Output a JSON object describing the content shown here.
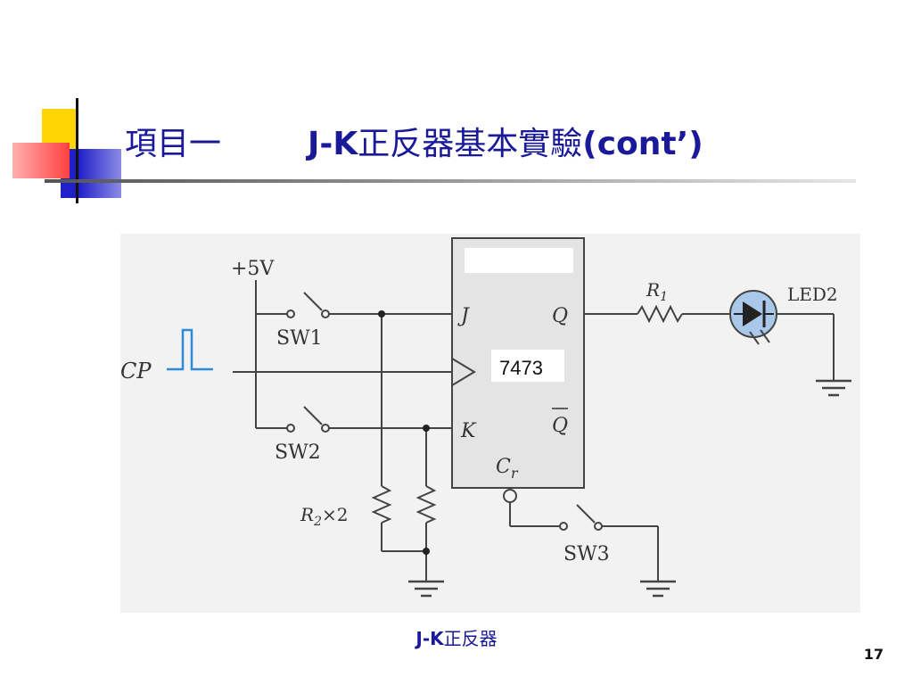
{
  "slide": {
    "title_part_a": "項目一",
    "title_part_b_latin": "J-K",
    "title_part_b_cjk": "正反器基本實驗",
    "title_part_b_suffix": "(cont’)",
    "caption_latin": "J-K",
    "caption_cjk": "正反器",
    "page_number": "17"
  },
  "schematic": {
    "supply_label": "+5V",
    "clock_label": "CP",
    "switch_labels": [
      "SW1",
      "SW2",
      "SW3"
    ],
    "ic_label": "7473",
    "pin_j": "J",
    "pin_k": "K",
    "pin_q": "Q",
    "pin_q_bar": "Q",
    "pin_clear": "C",
    "pin_clear_sub": "r",
    "resistor_r1": "R",
    "resistor_r1_sub": "1",
    "resistor_r2": "R",
    "resistor_r2_sub": "2",
    "resistor_r2_count": "×2",
    "led_label": "LED2"
  },
  "colors": {
    "title": "#1a1a99",
    "deco_yellow": "#ffd400",
    "deco_blue": "#2a2ad0",
    "deco_red": "#ff5a5a",
    "wire": "#444444",
    "led_fill": "#a9c8ea"
  }
}
